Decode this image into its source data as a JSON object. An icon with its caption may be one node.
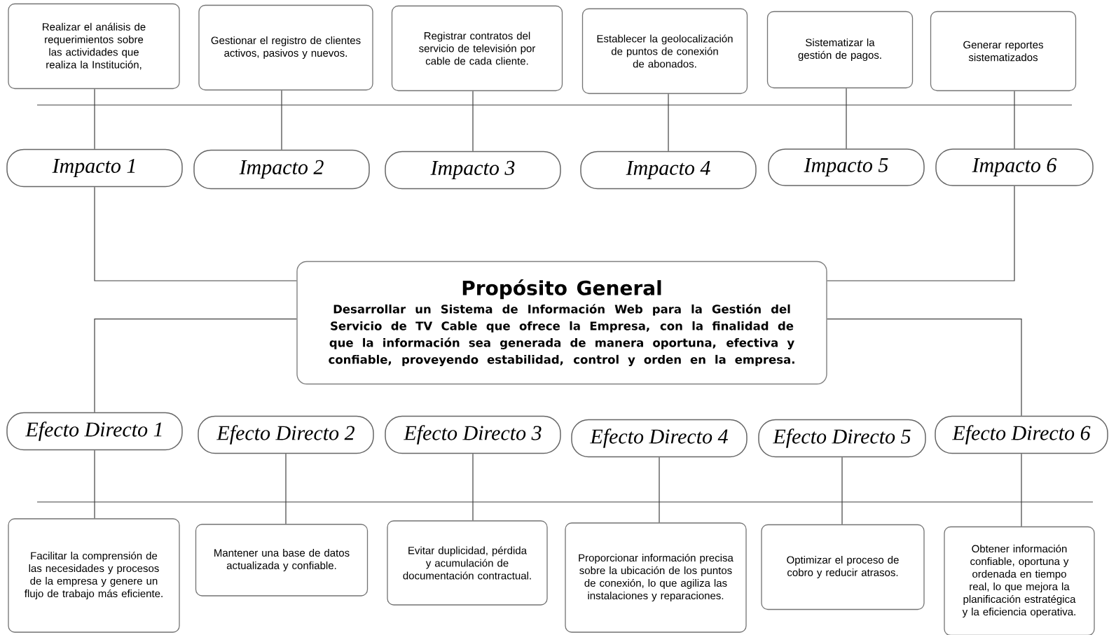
{
  "diagram": {
    "nodes": [
      {
        "text": [
          "Realizar el análisis de requerimientos sobre las actividades que realiza la Institución,"
        ]
      },
      {
        "text": [
          "Gestionar el registro de clientes activos, pasivos y nuevos."
        ]
      },
      {
        "text": [
          "Registrar contratos del servicio de televisión por cable de cada cliente."
        ]
      },
      {
        "text": [
          "Establecer la geolocalización de puntos de conexión de abonados."
        ]
      },
      {
        "text": [
          "Sistematizar la gestión de pagos."
        ]
      },
      {
        "text": [
          "Generar reportes sistematizados"
        ]
      },
      {
        "text": [
          "Impacto 1"
        ]
      },
      {
        "text": [
          "Impacto 2"
        ]
      },
      {
        "text": [
          "Impacto 3"
        ]
      },
      {
        "text": [
          "Impacto 4"
        ]
      },
      {
        "text": [
          "Impacto 5"
        ]
      },
      {
        "text": [
          "Impacto 6"
        ]
      },
      {
        "text": [
          "Propósito General",
          "Desarrollar un Sistema de Información Web para la Gestión del Servicio de TV Cable que ofrece la Empresa, con la finalidad de que la información sea generada de manera oportuna, efectiva y confiable, proveyendo estabilidad, control y orden en la empresa."
        ]
      },
      {
        "text": [
          "Efecto Directo 1"
        ]
      },
      {
        "text": [
          "Efecto Directo 2"
        ]
      },
      {
        "text": [
          "Efecto Directo 3"
        ]
      },
      {
        "text": [
          "Efecto Directo 4"
        ]
      },
      {
        "text": [
          "Efecto Directo 5"
        ]
      },
      {
        "text": [
          "Efecto Directo 6"
        ]
      },
      {
        "text": [
          "Facilitar la comprensión de las necesidades y procesos de la empresa y genere un flujo de trabajo más eficiente."
        ]
      },
      {
        "text": [
          "Mantener una base de datos actualizada y confiable."
        ]
      },
      {
        "text": [
          "Evitar duplicidad, pérdida y acumulación de documentación contractual."
        ]
      },
      {
        "text": [
          "Proporcionar información precisa sobre la ubicación de los puntos de conexión, lo que agiliza las instalaciones y reparaciones."
        ]
      },
      {
        "text": [
          "Optimizar el proceso de cobro y reducir atrasos."
        ]
      },
      {
        "text": [
          "Obtener información confiable, oportuna y ordenada en tiempo real, lo que mejora la planificación estratégica y la eficiencia operativa."
        ]
      }
    ],
    "edges": [
      {
        "from": 6,
        "to": 0,
        "arrow": "none"
      },
      {
        "from": 7,
        "to": 1,
        "arrow": "none"
      },
      {
        "from": 8,
        "to": 2,
        "arrow": "none"
      },
      {
        "from": 9,
        "to": 3,
        "arrow": "none"
      },
      {
        "from": 10,
        "to": 4,
        "arrow": "none"
      },
      {
        "from": 11,
        "to": 5,
        "arrow": "none"
      },
      {
        "from": 6,
        "to": 12,
        "arrow": "none"
      },
      {
        "from": 11,
        "to": 12,
        "arrow": "none"
      },
      {
        "from": 12,
        "to": 13,
        "arrow": "none"
      },
      {
        "from": 12,
        "to": 18,
        "arrow": "none"
      },
      {
        "from": 13,
        "to": 19,
        "arrow": "none"
      },
      {
        "from": 14,
        "to": 20,
        "arrow": "none"
      },
      {
        "from": 15,
        "to": 21,
        "arrow": "none"
      },
      {
        "from": 16,
        "to": 22,
        "arrow": "none"
      },
      {
        "from": 17,
        "to": 23,
        "arrow": "none"
      },
      {
        "from": 18,
        "to": 24,
        "arrow": "none"
      }
    ]
  }
}
